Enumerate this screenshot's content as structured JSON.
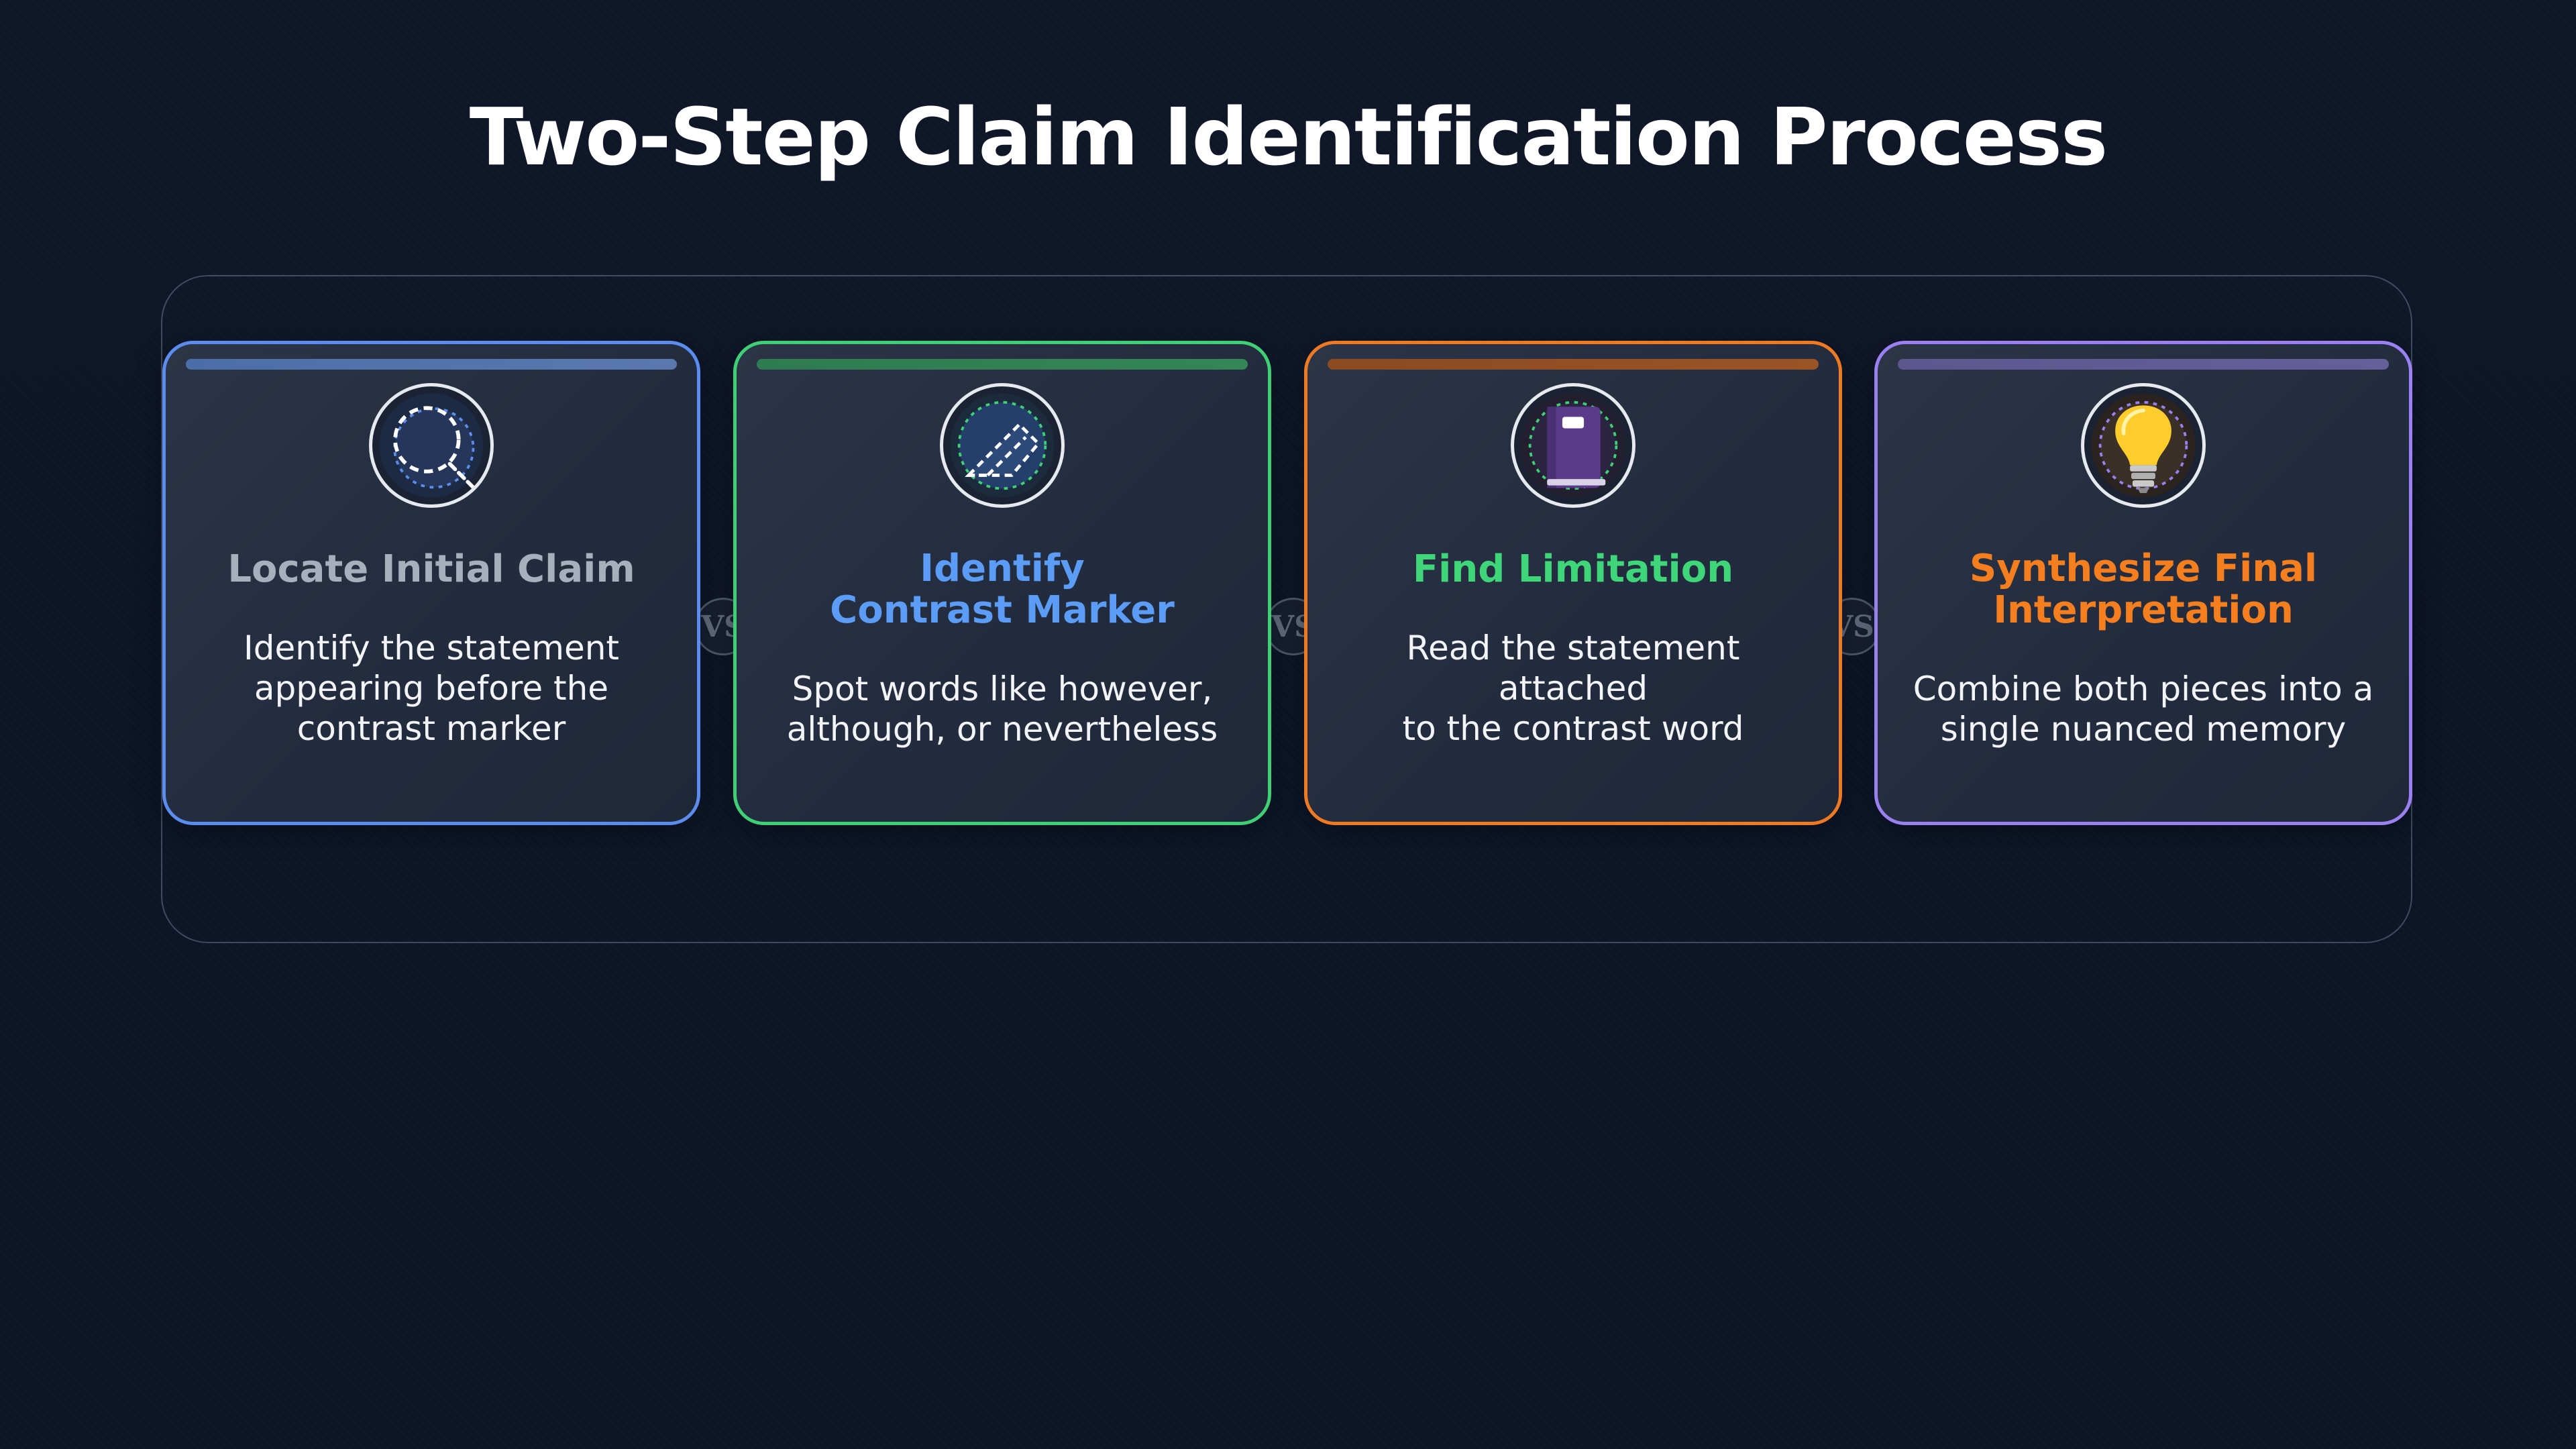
{
  "title": "Two-Step Claim Identification Process",
  "separator_label": "VS",
  "colors": {
    "blue": "#5b8def",
    "green": "#3fcf75",
    "orange": "#f07a22",
    "purple": "#9b80f2",
    "grey_title": "#a7afbd"
  },
  "steps": [
    {
      "title": "Locate Initial Claim",
      "description": "Identify the statement\nappearing before the\ncontrast marker",
      "icon": "magnifying-glass-icon",
      "border_color": "#5b8def",
      "title_color": "#a7afbd"
    },
    {
      "title": "Identify\nContrast Marker",
      "description": "Spot words like however,\nalthough, or nevertheless",
      "icon": "highlighter-icon",
      "border_color": "#3fcf75",
      "title_color": "#5b9cf6"
    },
    {
      "title": "Find Limitation",
      "description": "Read the statement attached\nto the contrast word",
      "icon": "notebook-icon",
      "border_color": "#f07a22",
      "title_color": "#3fd67a"
    },
    {
      "title": "Synthesize Final\nInterpretation",
      "description": "Combine both pieces into a\nsingle nuanced memory",
      "icon": "light-bulb-icon",
      "border_color": "#9b80f2",
      "title_color": "#f57f1f"
    }
  ]
}
